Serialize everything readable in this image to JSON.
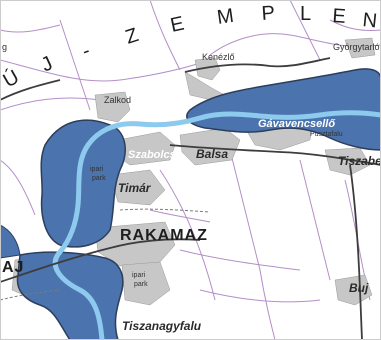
{
  "region_label": {
    "letters_right": [
      "Z",
      "E",
      "M",
      "P",
      "L",
      "E",
      "N"
    ],
    "letters_left": [
      "Ú",
      "J",
      "-"
    ],
    "edge_fragment": "g",
    "edge_fragment_bottom": "AJ"
  },
  "places": {
    "gyorgytarlo": "Györgytarló",
    "kenezlo": "Kenézlő",
    "zalkod": "Zalkod",
    "gavavencsello": "Gávavencsellő",
    "pusztafalu": "Pusztafalu",
    "szabolcs": "Szabolcs",
    "balsa": "Balsa",
    "timar": "Timár",
    "ipari_park_top_1": "ipari",
    "ipari_park_top_2": "park",
    "tiszaber": "Tiszabe",
    "rakamaz": "RAKAMAZ",
    "ipari_park_bottom_1": "ipari",
    "ipari_park_bottom_2": "park",
    "tiszanagyfalu": "Tiszanagyfalu",
    "buj": "Buj"
  },
  "colors": {
    "water": "#2c5590",
    "flood_zone": "#4b73ad",
    "river": "#8ec9ee",
    "settlement": "#c7c7c7",
    "road": "#3d3d3d",
    "minor_road": "#b48ec8",
    "background": "#ffffff"
  }
}
